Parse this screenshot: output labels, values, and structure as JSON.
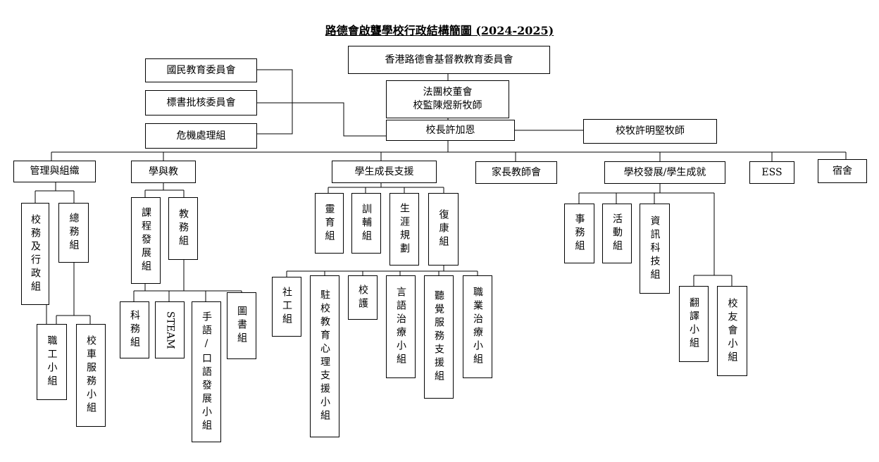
{
  "title": "路德會啟聾學校行政結構簡圖 (2024-2025)",
  "top": {
    "committee": "香港路德會基督教教育委員會",
    "board_line1": "法團校董會",
    "board_line2": "校監陳煜新牧師",
    "principal": "校長許加恩",
    "chaplain": "校牧許明堅牧師"
  },
  "side_committees": [
    "國民教育委員會",
    "標書批核委員會",
    "危機處理組"
  ],
  "departments": {
    "admin": "管理與組織",
    "teaching": "學與教",
    "student": "學生成長支援",
    "pta": "家長教師會",
    "development": "學校發展/學生成就",
    "ess": "ESS",
    "hostel": "宿舍"
  },
  "admin_units": {
    "school_affairs": "校務及行政組",
    "general_affairs": "總務組",
    "staff": "職工小組",
    "bus": "校車服務小組"
  },
  "teaching_units": {
    "curriculum": "課程發展組",
    "academic": "教務組",
    "subjects": "科務組",
    "steam": "STEAM",
    "sign_language": "手語/口語發展小組",
    "library": "圖書組"
  },
  "student_units": {
    "spiritual": "靈育組",
    "discipline": "訓輔組",
    "career": "生涯規劃",
    "rehab": "復康組"
  },
  "rehab_units": {
    "social": "社工組",
    "psych": "駐校教育心理支援小組",
    "nurse": "校護",
    "speech": "言語治療小組",
    "hearing": "聽覺服務支援組",
    "ot": "職業治療小組"
  },
  "dev_units": {
    "affairs": "事務組",
    "activities": "活動組",
    "it": "資訊科技組",
    "translation": "翻譯小組",
    "alumni": "校友會小組"
  }
}
